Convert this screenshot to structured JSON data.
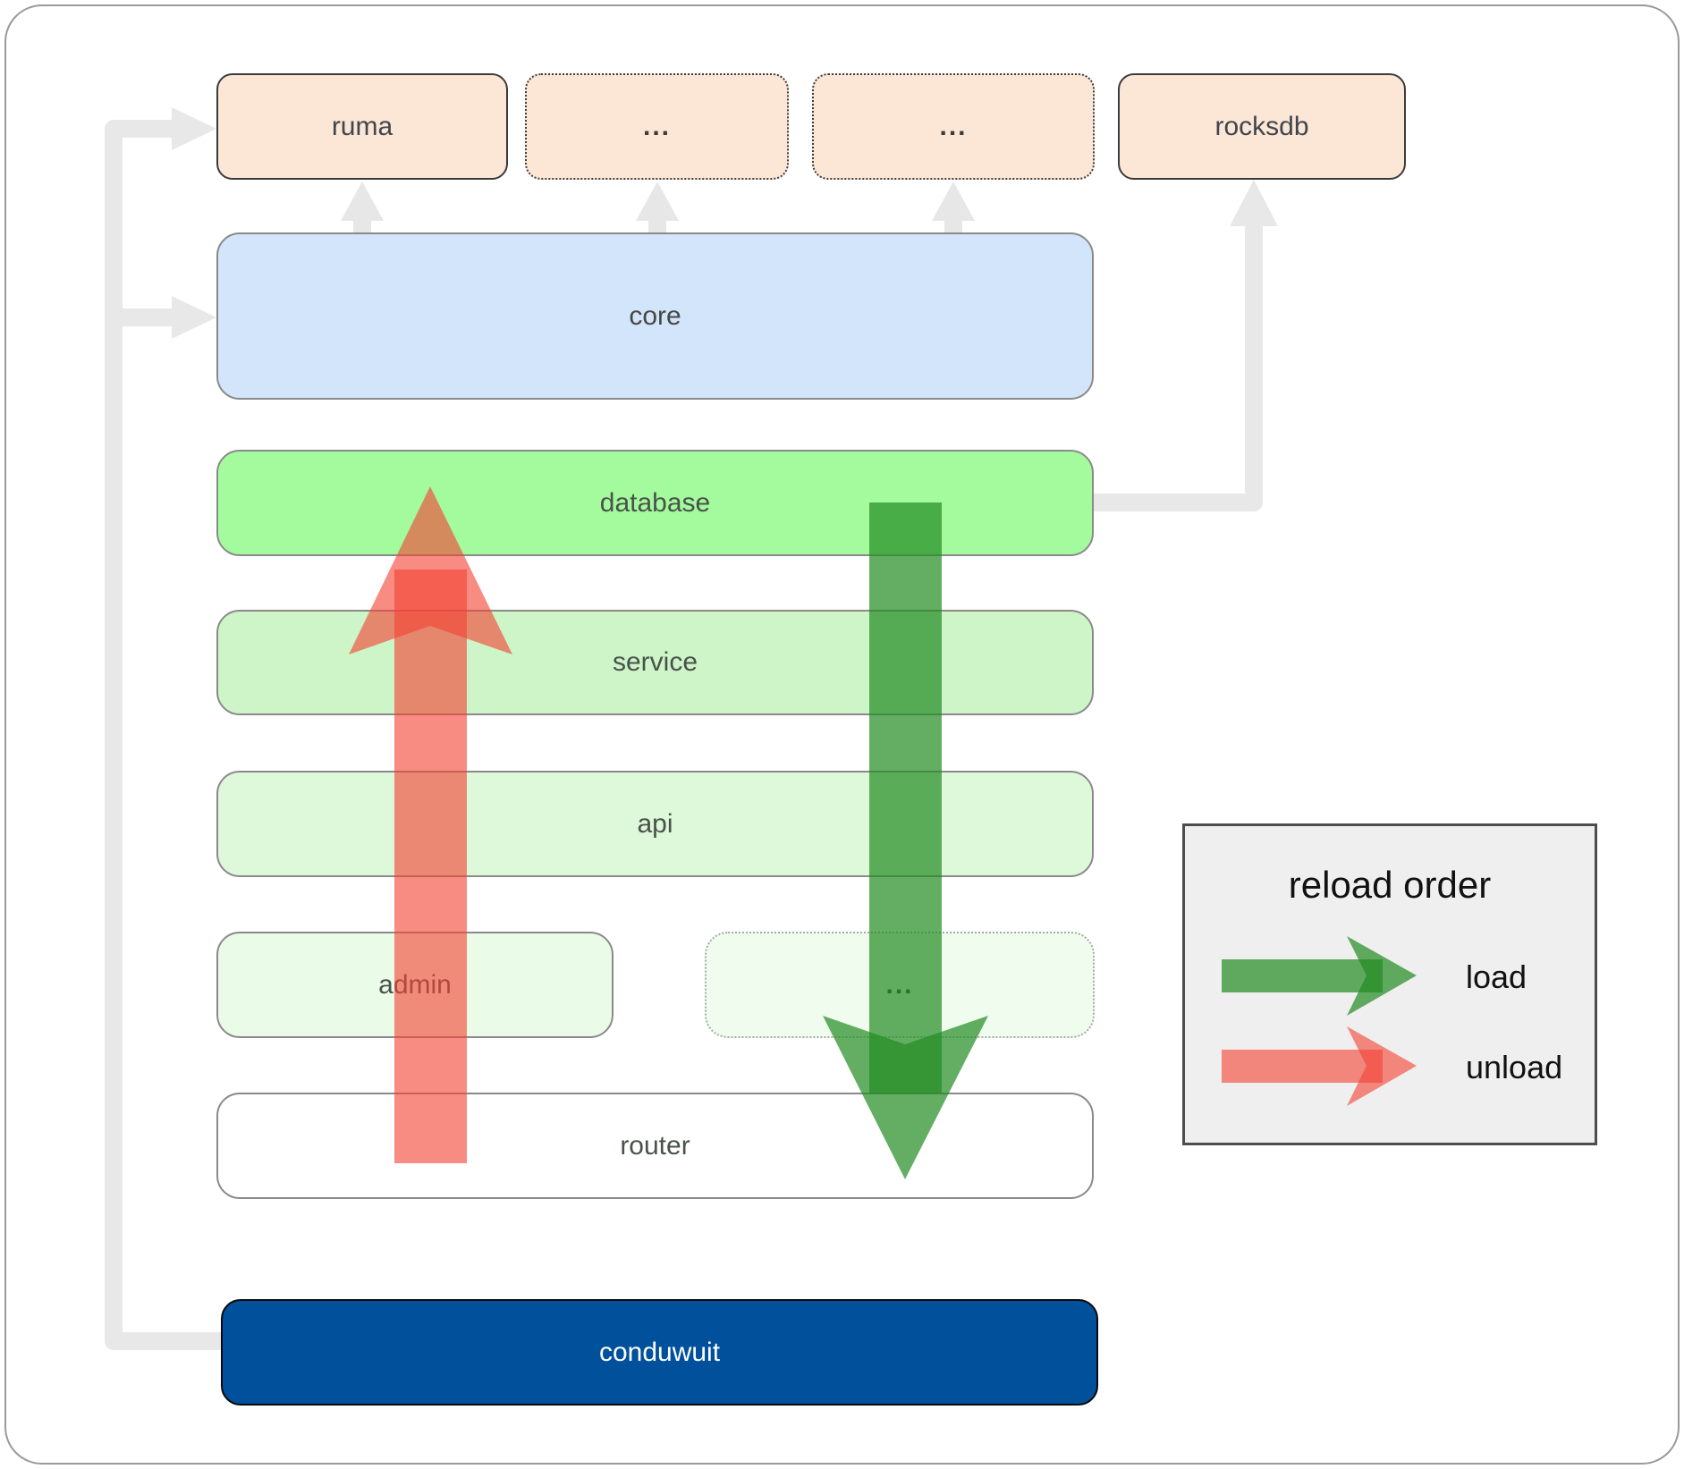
{
  "diagram": {
    "boxes": [
      {
        "id": "ruma",
        "label": "ruma"
      },
      {
        "id": "etc-top-1",
        "label": "..."
      },
      {
        "id": "etc-top-2",
        "label": "..."
      },
      {
        "id": "rocksdb",
        "label": "rocksdb"
      },
      {
        "id": "core",
        "label": "core"
      },
      {
        "id": "database",
        "label": "database"
      },
      {
        "id": "service",
        "label": "service"
      },
      {
        "id": "api",
        "label": "api"
      },
      {
        "id": "admin",
        "label": "admin"
      },
      {
        "id": "etc-mid",
        "label": "..."
      },
      {
        "id": "router",
        "label": "router"
      },
      {
        "id": "conduwuit",
        "label": "conduwuit"
      }
    ],
    "legend": {
      "title": "reload order",
      "items": [
        {
          "id": "load",
          "label": "load",
          "color": "#228b22"
        },
        {
          "id": "unload",
          "label": "unload",
          "color": "#f44336"
        }
      ]
    },
    "colors": {
      "load_arrow": "#228b22",
      "unload_arrow": "#f44336",
      "connector_gray": "#e8e8e8",
      "top_box_fill": "#fce6d6",
      "core_fill": "#d2e5fa",
      "database_fill": "#a4fb9d",
      "service_fill": "#cdf5c8",
      "api_fill": "#def8da",
      "admin_fill": "#eafbe7",
      "conduwuit_fill": "#00509c",
      "legend_fill": "#efefef"
    }
  }
}
